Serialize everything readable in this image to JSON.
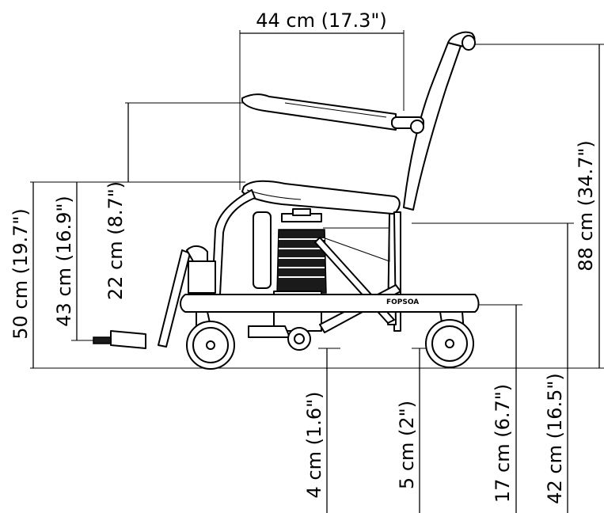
{
  "dimensions": {
    "seat_width": "44 cm (17.3\")",
    "overall_height": "88 cm (34.7\")",
    "seat_height_max": "50 cm (19.7\")",
    "seat_height_min": "43 cm (16.9\")",
    "armrest_height": "22 cm (8.7\")",
    "clearance_front": "4 cm (1.6\")",
    "clearance_rear": "5 cm (2\")",
    "frame_height": "17 cm (6.7\")",
    "rear_seat_height": "42 cm (16.5\")"
  },
  "logo_text": "FOPSOA"
}
